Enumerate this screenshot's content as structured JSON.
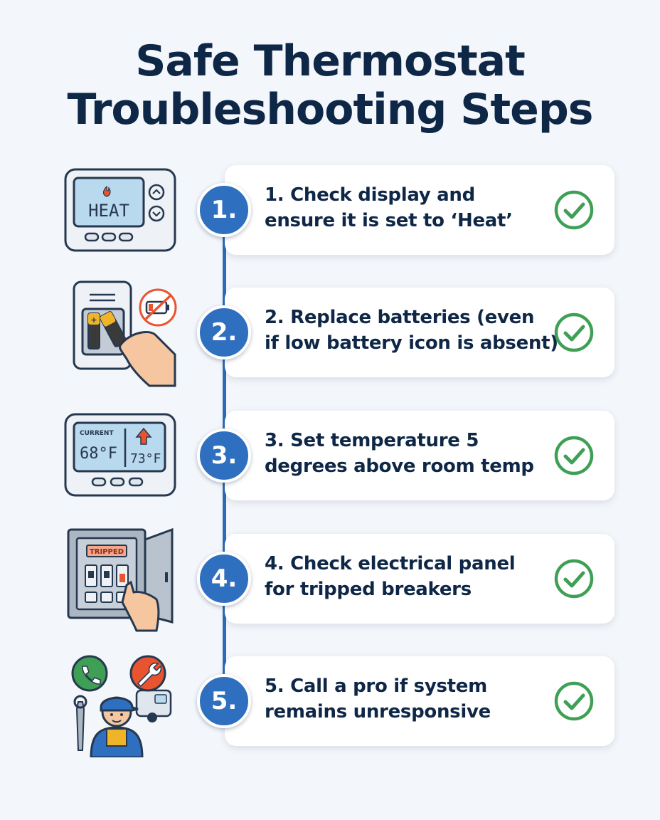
{
  "title": {
    "line1": "Safe Thermostat",
    "line2": "Troubleshooting Steps"
  },
  "steps": [
    {
      "number": "1.",
      "line1": "1. Check display and",
      "line2": "ensure it is set to ‘Heat’",
      "illustration": "thermostat-heat-mode"
    },
    {
      "number": "2.",
      "line1": "2. Replace batteries (even",
      "line2": "if low battery icon is absent)",
      "illustration": "replace-batteries"
    },
    {
      "number": "3.",
      "line1": "3. Set temperature 5",
      "line2": "degrees above room temp",
      "illustration": "thermostat-temperature"
    },
    {
      "number": "4.",
      "line1": "4. Check electrical panel",
      "line2": "for tripped breakers",
      "illustration": "electrical-panel"
    },
    {
      "number": "5.",
      "line1": "5. Call a pro if system",
      "line2": "remains unresponsive",
      "illustration": "call-technician"
    }
  ],
  "illustrations": {
    "display_mode": "HEAT",
    "current_label": "CURRENT",
    "current_temp": "68°F",
    "target_temp": "73°F",
    "tripped_label": "TRIPPED"
  },
  "colors": {
    "title": "#0f2747",
    "badge": "#2f6fbf",
    "timeline": "#2d6cb3",
    "check": "#3f9f55",
    "alert": "#e8542f"
  },
  "icons": [
    "check-circle-icon",
    "flame-icon",
    "no-battery-icon",
    "up-arrow-icon",
    "phone-icon",
    "wrench-icon"
  ]
}
